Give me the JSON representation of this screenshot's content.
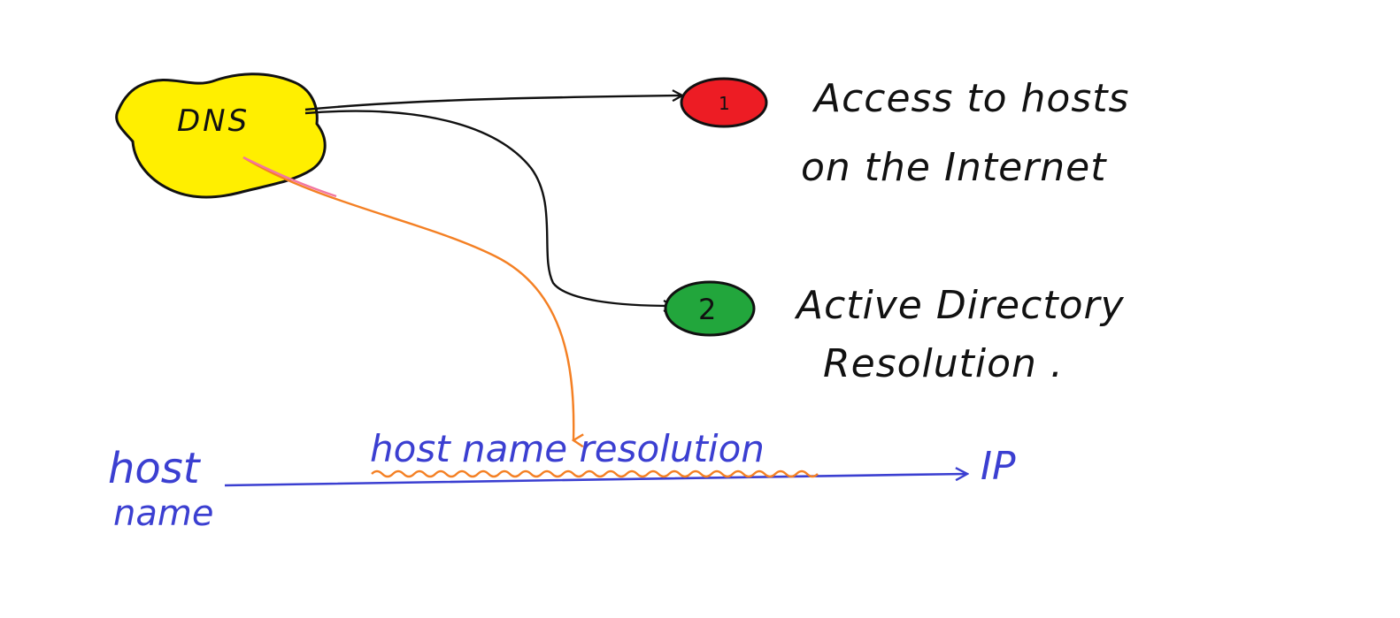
{
  "diagram": {
    "dns_node": {
      "label": "DNS",
      "fill": "#ffef00"
    },
    "targets": [
      {
        "number": "1",
        "fill": "#ed1c24",
        "text_lines": [
          "Access to hosts",
          "on the Internet"
        ]
      },
      {
        "number": "2",
        "fill": "#22a63c",
        "text_lines": [
          "Active Directory",
          "Resolution ."
        ]
      }
    ],
    "resolution_flow": {
      "source_lines": [
        "host",
        "name"
      ],
      "process_label": "host name resolution",
      "destination": "IP"
    },
    "colors": {
      "ink_black": "#111111",
      "ink_blue": "#3b3fd1",
      "ink_orange": "#f48024",
      "ink_pink": "#f277a0"
    }
  }
}
